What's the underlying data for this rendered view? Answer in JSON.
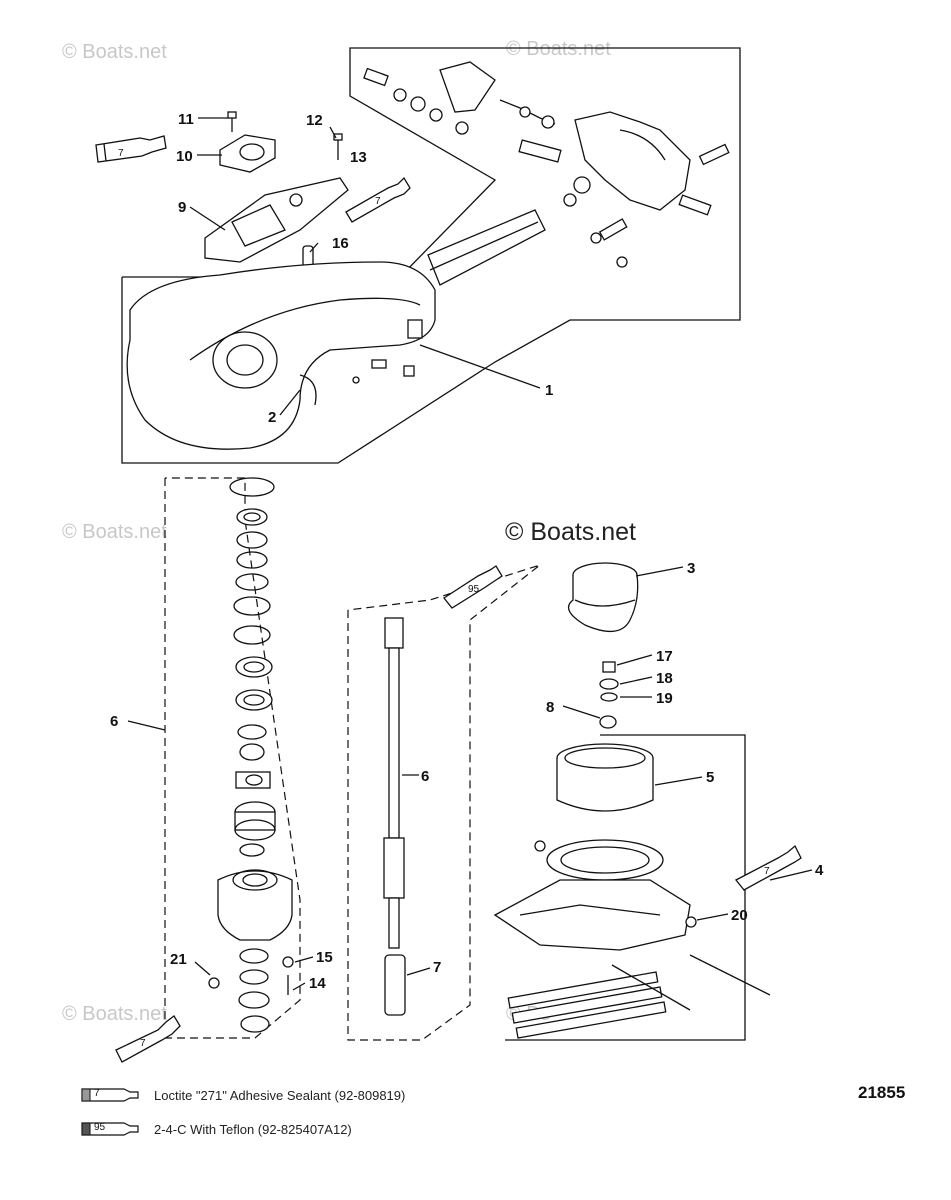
{
  "watermarks": {
    "top_left": "© Boats.net",
    "top_center": "© Boats.net",
    "mid_left": "© Boats.net",
    "bottom_left": "© Boats.net",
    "bottom_center": "© Bo",
    "main": "© Boats.net"
  },
  "callouts": {
    "c1": "1",
    "c2": "2",
    "c3": "3",
    "c4": "4",
    "c5": "5",
    "c6_left": "6",
    "c6_shaft": "6",
    "c7_shaft": "7",
    "c8": "8",
    "c9": "9",
    "c10": "10",
    "c11": "11",
    "c12": "12",
    "c13": "13",
    "c14": "14",
    "c15": "15",
    "c16": "16",
    "c17": "17",
    "c18": "18",
    "c19": "19",
    "c20": "20",
    "c21": "21"
  },
  "tube_labels": {
    "t10": "7",
    "t16": "7",
    "t95": "95",
    "t4": "7",
    "t21": "7"
  },
  "legend": {
    "items": [
      {
        "code": "7",
        "text": "Loctite \"271\" Adhesive Sealant (92-809819)"
      },
      {
        "code": "95",
        "text": "2-4-C  With Teflon (92-825407A12)"
      }
    ]
  },
  "figure_number": "21855"
}
